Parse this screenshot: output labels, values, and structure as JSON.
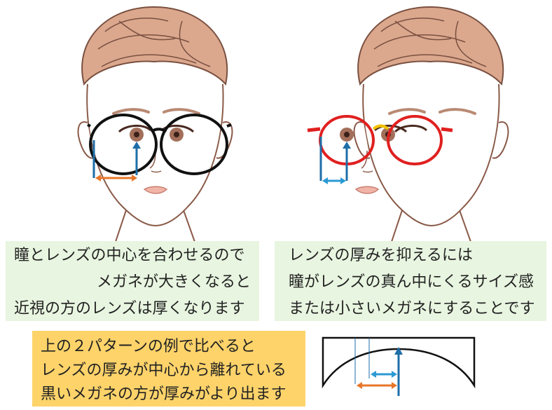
{
  "captions": {
    "left": [
      "瞳とレンズの中心を合わせるので",
      "メガネが大きくなると",
      "近視の方のレンズは厚くなります"
    ],
    "right": [
      "レンズの厚みを抑えるには",
      "瞳がレンズの真ん中にくるサイズ感",
      "または小さいメガネにすることです"
    ]
  },
  "note": [
    "上の２パターンの例で比べると",
    "レンズの厚みが中心から離れている",
    "黒いメガネの方が厚みがより出ます"
  ],
  "colors": {
    "hair": "#dba88e",
    "hair_line": "#7a5040",
    "skin_line": "#8a5a48",
    "frame_black": "#111111",
    "frame_red": "#e02020",
    "bridge_yellow": "#f2c200",
    "arrow_orange": "#e8762a",
    "arrow_blue": "#1e6ea8",
    "caption_bg": "#e8f5e0",
    "note_bg": "#fdd36a"
  }
}
